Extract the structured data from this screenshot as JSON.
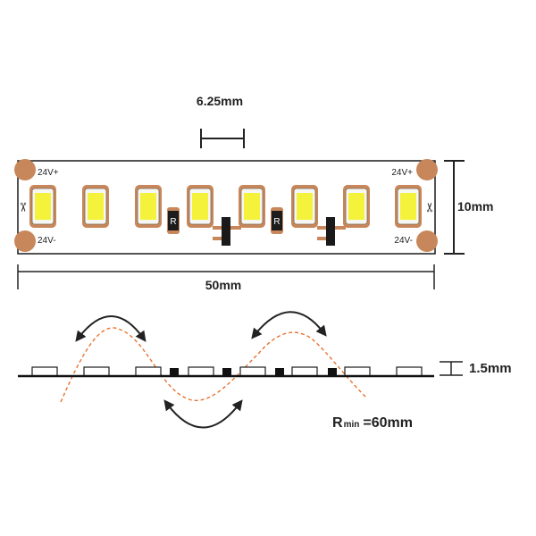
{
  "dimensions": {
    "led_pitch": "6.25mm",
    "strip_width": "10mm",
    "strip_length": "50mm",
    "strip_thickness": "1.5mm"
  },
  "pad_labels": {
    "top_left": "24V+",
    "bottom_left": "24V-",
    "top_right": "24V+",
    "bottom_right": "24V-"
  },
  "resistor_label": "R",
  "bend_radius": {
    "symbol": "R",
    "subscript": "min",
    "value": "=60mm"
  },
  "colors": {
    "outline": "#1a1a1a",
    "copper_pad": "#c8875a",
    "led_body": "#f6f6f2",
    "led_phosphor": "#f4f23a",
    "wave": "#e8722e",
    "arrow": "#222222"
  },
  "icons": {
    "cut_mark": "scissors-icon",
    "bend_arrow": "curved-double-arrow-icon"
  }
}
